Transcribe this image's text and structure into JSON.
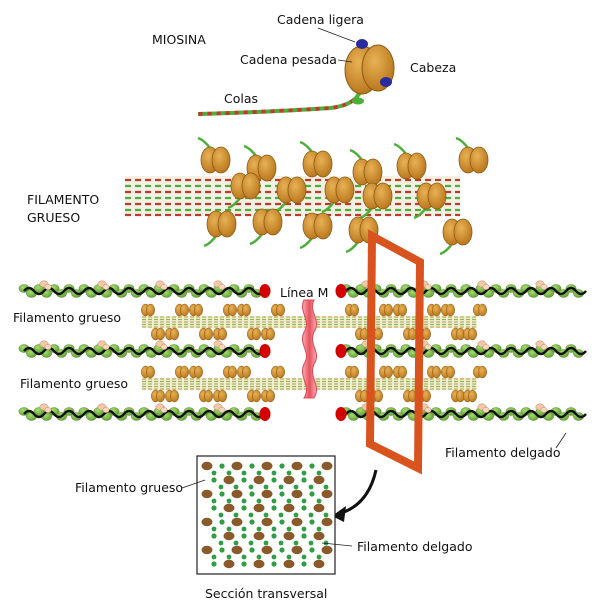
{
  "labels": {
    "miosina": "MIOSINA",
    "cadena_ligera": "Cadena ligera",
    "cadena_pesada": "Cadena pesada",
    "cabeza": "Cabeza",
    "colas": "Colas",
    "filamento_grueso_title_1": "FILAMENTO",
    "filamento_grueso_title_2": "GRUESO",
    "linea_m": "Línea M",
    "filamento_grueso_1": "Filamento grueso",
    "filamento_grueso_2": "Filamento grueso",
    "filamento_delgado_main": "Filamento delgado",
    "filamento_grueso_section": "Filamento grueso",
    "filamento_delgado_section": "Filamento delgado",
    "seccion_transversal": "Sección transversal"
  },
  "colors": {
    "myosin_head": "#c98a1e",
    "light_chain": "#2b2ba0",
    "heavy_chain_green": "#4caf3a",
    "heavy_chain_red": "#c0392b",
    "actin_green": "#7cc04a",
    "tropomyosin": "#111111",
    "troponin": "#f2c9a8",
    "z_disc_red": "#d40000",
    "m_line_pink": "#f07a85",
    "section_frame": "#d9531e",
    "section_thick": "#8a5a2b",
    "section_thin": "#2f9e44"
  }
}
